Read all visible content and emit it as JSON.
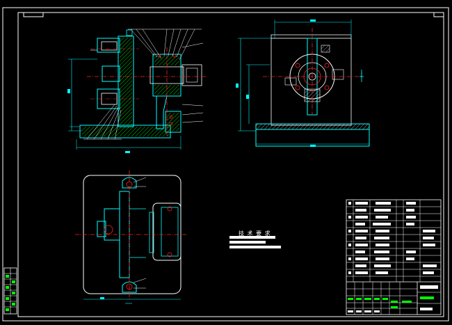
{
  "sheet": {
    "background": "#000000",
    "frame_color": "#ffffff",
    "outline_color": "#00ffff",
    "centerline_color": "#ff2020",
    "hatch_color": "#00ff00",
    "text_color": "#ffffff",
    "leader_color": "#ffffff",
    "highlight_color": "#00ff00"
  },
  "technical_requirements": {
    "title": "技 术 要 求"
  },
  "views": [
    {
      "name": "front-view-section"
    },
    {
      "name": "side-view"
    },
    {
      "name": "top-view"
    }
  ]
}
